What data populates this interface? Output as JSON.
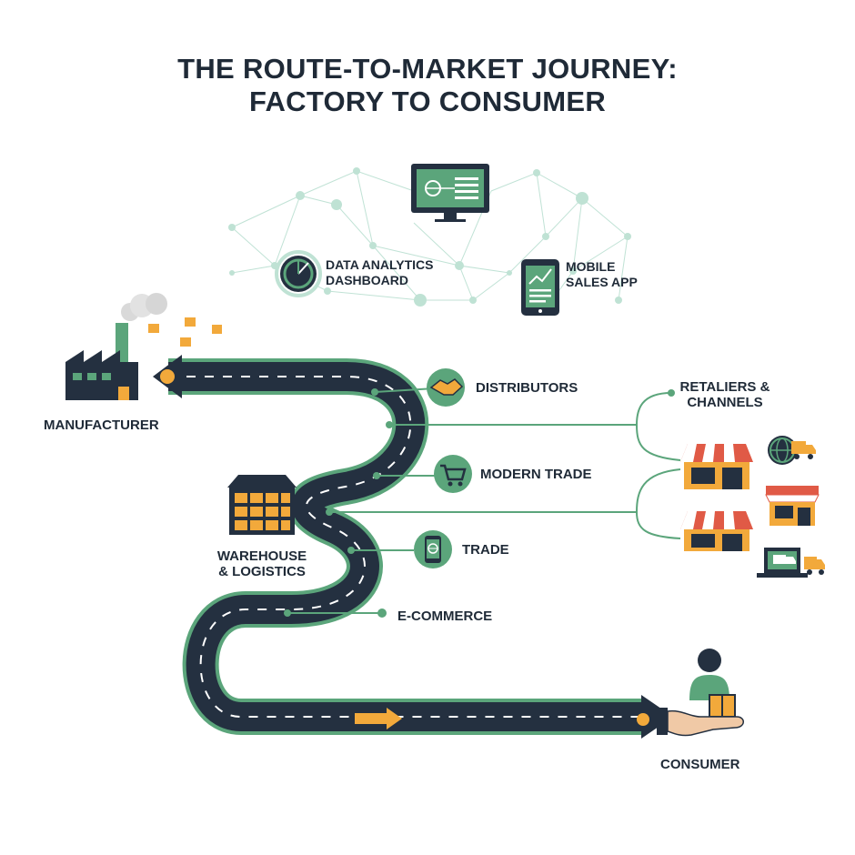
{
  "title": {
    "line1": "THE ROUTE-TO-MARKET JOURNEY:",
    "line2": "FACTORY TO CONSUMER"
  },
  "tech": {
    "dashboard": [
      "DATA ANALYTICS",
      "DASHBOARD"
    ],
    "mobile": [
      "MOBILE",
      "SALES APP"
    ]
  },
  "nodes": {
    "manufacturer": "MANUFACTURER",
    "warehouse": [
      "WAREHOUSE",
      "& LOGISTICS"
    ],
    "consumer": "CONSUMER"
  },
  "channels": {
    "distributors": "DISTRIBUTORS",
    "modern_trade": "MODERN TRADE",
    "trade": "TRADE",
    "ecommerce": "E-COMMERCE",
    "retailers": [
      "RETALIERS &",
      "CHANNELS"
    ]
  },
  "colors": {
    "road": "#243040",
    "green": "#5ba57b",
    "dark": "#1f2a37",
    "orange": "#f2a93b",
    "red": "#e05a46"
  }
}
